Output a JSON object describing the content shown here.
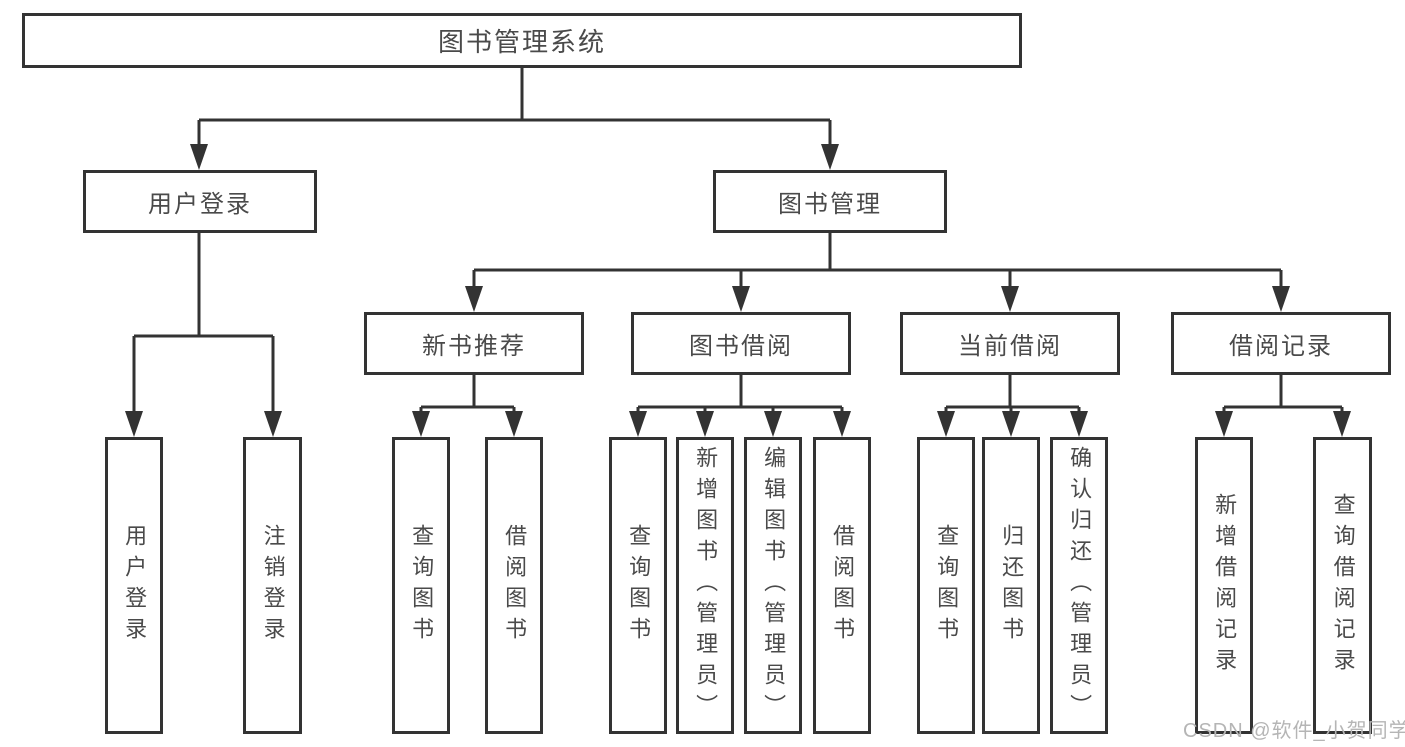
{
  "colors": {
    "line": "#333333",
    "text": "#4a4a4a",
    "box_background": "#ffffff",
    "watermark": "#b5b5b5"
  },
  "diagram": {
    "root": "图书管理系统",
    "level2": {
      "user_login": "用户登录",
      "book_management": "图书管理"
    },
    "level3": {
      "new_book_recommend": "新书推荐",
      "book_borrowing": "图书借阅",
      "current_borrowing": "当前借阅",
      "borrowing_records": "借阅记录"
    },
    "leaves": {
      "user_login": "用户登录",
      "logout_login": "注销登录",
      "nb_query_books": "查询图书",
      "nb_borrow_books": "借阅图书",
      "bb_query_books": "查询图书",
      "bb_add_books": "新增图书（管理员）",
      "bb_edit_books": "编辑图书（管理员）",
      "bb_borrow_books": "借阅图书",
      "cb_query_books": "查询图书",
      "cb_return_books": "归还图书",
      "cb_confirm_return": "确认归还（管理员）",
      "br_add_record": "新增借阅记录",
      "br_query_record": "查询借阅记录"
    }
  },
  "watermark": {
    "text": "CSDN @软件_小贺同学"
  }
}
